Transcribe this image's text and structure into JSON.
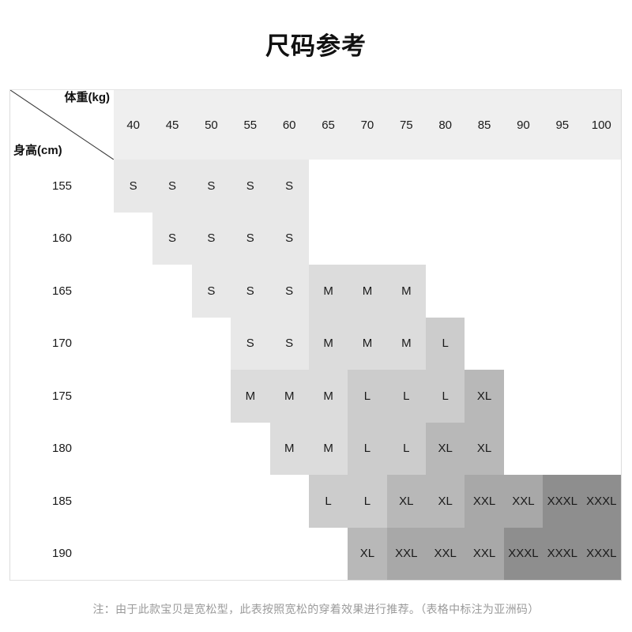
{
  "title": "尺码参考",
  "table": {
    "corner": {
      "weight_label": "体重(kg)",
      "height_label": "身高(cm)",
      "diagonal": "diagonal-divider"
    },
    "weight_header": [
      "40",
      "45",
      "50",
      "55",
      "60",
      "65",
      "70",
      "75",
      "80",
      "85",
      "90",
      "95",
      "100"
    ],
    "height_labels": [
      "155",
      "160",
      "165",
      "170",
      "175",
      "180",
      "185",
      "190"
    ],
    "rows": [
      {
        "height": "155",
        "sizes": [
          "S",
          "S",
          "S",
          "S",
          "S",
          "",
          "",
          "",
          "",
          "",
          "",
          "",
          ""
        ]
      },
      {
        "height": "160",
        "sizes": [
          "",
          "S",
          "S",
          "S",
          "S",
          "",
          "",
          "",
          "",
          "",
          "",
          "",
          ""
        ]
      },
      {
        "height": "165",
        "sizes": [
          "",
          "",
          "S",
          "S",
          "S",
          "M",
          "M",
          "M",
          "",
          "",
          "",
          "",
          ""
        ]
      },
      {
        "height": "170",
        "sizes": [
          "",
          "",
          "",
          "S",
          "S",
          "M",
          "M",
          "M",
          "L",
          "",
          "",
          "",
          ""
        ]
      },
      {
        "height": "175",
        "sizes": [
          "",
          "",
          "",
          "M",
          "M",
          "M",
          "L",
          "L",
          "L",
          "XL",
          "",
          "",
          ""
        ]
      },
      {
        "height": "180",
        "sizes": [
          "",
          "",
          "",
          "",
          "M",
          "M",
          "L",
          "L",
          "XL",
          "XL",
          "",
          "",
          ""
        ]
      },
      {
        "height": "185",
        "sizes": [
          "",
          "",
          "",
          "",
          "",
          "L",
          "L",
          "XL",
          "XL",
          "XXL",
          "XXL",
          "XXXL",
          "XXXL"
        ]
      },
      {
        "height": "190",
        "sizes": [
          "",
          "",
          "",
          "",
          "",
          "",
          "XL",
          "XXL",
          "XXL",
          "XXL",
          "XXXL",
          "XXXL",
          "XXXL"
        ]
      }
    ],
    "colors": {
      "header_bg": "#efefef",
      "S": "#e8e8e8",
      "M": "#dcdcdc",
      "L": "#cccccc",
      "XL": "#b8b8b8",
      "XXL": "#a8a8a8",
      "XXXL": "#8e8e8e",
      "empty": "#ffffff",
      "border": "#dcdcdc"
    }
  },
  "note": "注：由于此款宝贝是宽松型，此表按照宽松的穿着效果进行推荐。（表格中标注为亚洲码）"
}
